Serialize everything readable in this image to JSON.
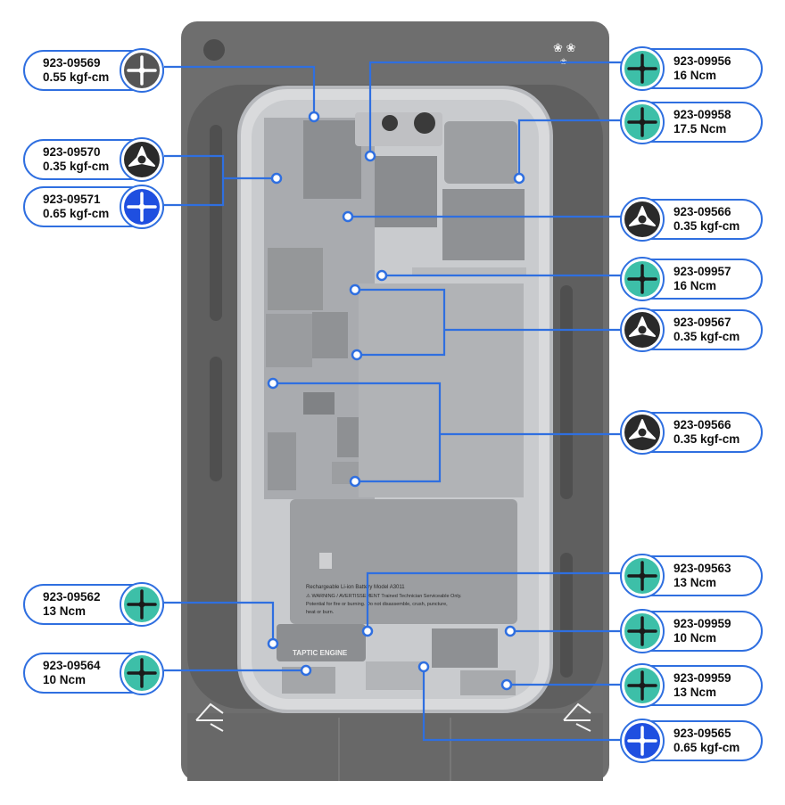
{
  "battery": {
    "line1": "Rechargeable Li-ion Battery  Model A3011",
    "line2": "⚠ WARNING / AVERTISSEMENT  Trained Technician Serviceable Only.",
    "line3": "Potential for fire or burning. Do not disassemble, crush, puncture,",
    "line4": "heat or burn."
  },
  "taptic_label": "TAPTIC ENGINE",
  "colors": {
    "accent": "#2f6fe0",
    "teal": "#3dbfa8",
    "blue": "#1f4fe0",
    "dark": "#2a2a2a",
    "gray": "#555555"
  },
  "callouts": [
    {
      "part": "923-09569",
      "spec": "0.55 kgf-cm",
      "icon": "phillips-dark-icon"
    },
    {
      "part": "923-09570",
      "spec": "0.35 kgf-cm",
      "icon": "tri-point-icon"
    },
    {
      "part": "923-09571",
      "spec": "0.65 kgf-cm",
      "icon": "phillips-blue-icon"
    },
    {
      "part": "923-09562",
      "spec": "13 Ncm",
      "icon": "phillips-teal-icon"
    },
    {
      "part": "923-09564",
      "spec": "10 Ncm",
      "icon": "phillips-teal-icon"
    },
    {
      "part": "923-09956",
      "spec": "16 Ncm",
      "icon": "phillips-teal-icon"
    },
    {
      "part": "923-09958",
      "spec": "17.5 Ncm",
      "icon": "phillips-teal-icon"
    },
    {
      "part": "923-09566",
      "spec": "0.35 kgf-cm",
      "icon": "tri-point-icon"
    },
    {
      "part": "923-09957",
      "spec": "16 Ncm",
      "icon": "phillips-teal-icon"
    },
    {
      "part": "923-09567",
      "spec": "0.35 kgf-cm",
      "icon": "tri-point-icon"
    },
    {
      "part": "923-09566",
      "spec": "0.35 kgf-cm",
      "icon": "tri-point-icon"
    },
    {
      "part": "923-09563",
      "spec": "13 Ncm",
      "icon": "phillips-teal-icon"
    },
    {
      "part": "923-09959",
      "spec": "10 Ncm",
      "icon": "phillips-teal-icon"
    },
    {
      "part": "923-09959",
      "spec": "13 Ncm",
      "icon": "phillips-teal-icon"
    },
    {
      "part": "923-09565",
      "spec": "0.65 kgf-cm",
      "icon": "phillips-blue-icon"
    }
  ]
}
